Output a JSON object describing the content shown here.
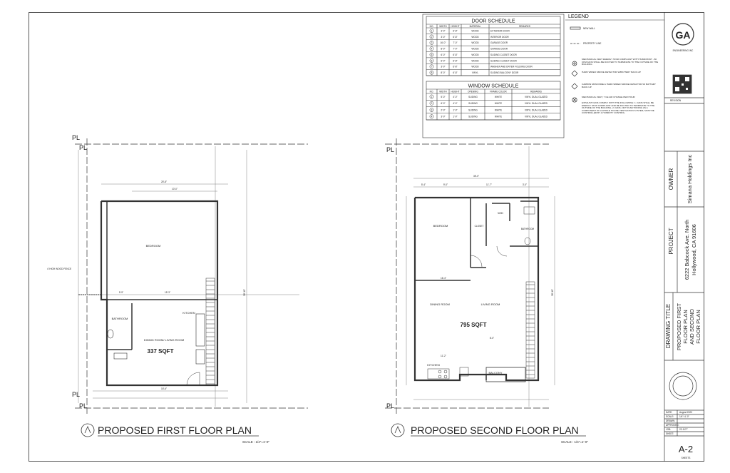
{
  "door_schedule": {
    "title": "DOOR SCHEDULE",
    "headers": [
      "NO.",
      "WIDTH",
      "HEIGHT",
      "MATERIAL",
      "REMARKS"
    ],
    "rows": [
      [
        "1",
        "3'-0\"",
        "6'-8\"",
        "WOOD",
        "EXTERIOR DOOR"
      ],
      [
        "2",
        "3'-0\"",
        "6'-8\"",
        "WOOD",
        "INTERIOR DOOR"
      ],
      [
        "3",
        "16'-0\"",
        "7'-0\"",
        "WOOD",
        "GARAGE DOOR"
      ],
      [
        "4",
        "8'-0\"",
        "7'-0\"",
        "WOOD",
        "GARAGE DOOR"
      ],
      [
        "5",
        "6'-0\"",
        "6'-8\"",
        "WOOD",
        "SLIDING CLOSET DOOR"
      ],
      [
        "6",
        "6'-0\"",
        "6'-8\"",
        "WOOD",
        "SLIDING CLOSET DOOR"
      ],
      [
        "7",
        "3'-0\"",
        "6'-8\"",
        "WOOD",
        "WASHER AND DRYER FOLDING DOOR"
      ],
      [
        "8",
        "8'-0\"",
        "6'-8\"",
        "VINYL",
        "SLIDING BALCONY DOOR"
      ]
    ]
  },
  "window_schedule": {
    "title": "WINDOW SCHEDULE",
    "headers": [
      "NO.",
      "WIDTH",
      "HEIGHT",
      "OPENING",
      "FRAME COLOR",
      "REMARKS"
    ],
    "rows": [
      [
        "1",
        "5'-0\"",
        "4'-0\"",
        "SLIDING",
        "WHITE",
        "VINYL DUAL GLAZED"
      ],
      [
        "2",
        "6'-0\"",
        "4'-0\"",
        "SLIDING",
        "WHITE",
        "VINYL DUAL GLAZED"
      ],
      [
        "3",
        "2'-0\"",
        "1'-0\"",
        "SLIDING",
        "WHITE",
        "VINYL DUAL GLAZED"
      ],
      [
        "4",
        "3'-0\"",
        "1'-0\"",
        "SLIDING",
        "WHITE",
        "VINYL DUAL GLAZED"
      ]
    ]
  },
  "legend": {
    "title": "LEGEND",
    "items": [
      "NEW WALL",
      "PROPERTY LINE",
      "MECHANICAL VENT ENERGY STAR COMPLIANT WITH HUMIDISTAT - 80 CFM FANS SHALL BE DUCTED TO TERMINATE TO THE OUTSIDE OF THE BUILDING",
      "HARD WIRED SMOKE DETECTOR W/BATTERY BACK-UP",
      "CARBON MONOXIDE & HARD WIRED SMOKE DETECTOR W/ BATTERY BACK-UP",
      "MECHANICAL VENT, 7 CE AIR CHANGE PER HOUR",
      "EXHAUST FANS COMPLY WITH THE FOLLOWING: 1. FANS SHALL BE ENERGY STAR COMPLIANT AND BE DUCTED TO TERMINATE TO THE OUTSIDE OF THE BUILDING. 2. FANS, NOT FUNCTIONING AS A COMPONENT OF A WHOLE HOUSE VENTILATION SYSTEM, MUST BE CONTROLLED BY A HUMIDITY CONTROL."
    ]
  },
  "first_floor": {
    "title": "PROPOSED FIRST FLOOR PLAN",
    "scale": "SCALE : 1/4\"=1'-0\"",
    "area": "337 SQFT",
    "rooms": [
      "BEDROOM",
      "BATHROOM",
      "KITCHEN",
      "DINING ROOM/ LIVING ROOM"
    ],
    "note": "4' HIGH WOOD FENCE",
    "dims": [
      "25'-8\"",
      "10'-0\"",
      "5'-9\"",
      "15'-3\"",
      "18'-6\"",
      "38'-10\"",
      "10'-8\""
    ]
  },
  "second_floor": {
    "title": "PROPOSED SECOND FLOOR PLAN",
    "scale": "SCALE : 1/4\"=1'-0\"",
    "area": "795 SQFT",
    "rooms": [
      "BEDROOM",
      "CLOSET",
      "W/D",
      "BATHROOM",
      "DINING ROOM",
      "LIVING ROOM",
      "KITCHEN",
      "BALCONY"
    ],
    "dims": [
      "35'-0\"",
      "5'-4\"",
      "9'-0\"",
      "11'-7\"",
      "3'-0\"",
      "16'-4\"",
      "11'-2\"",
      "38'-10\"",
      "8'-0\""
    ]
  },
  "pl_label": "PL",
  "title_block": {
    "firm_logo": "GA",
    "firm_name": "ENGINEERING INC",
    "revision_label": "REVISION",
    "owner_label": "OWNER",
    "owner": "Simana Holdings Inc",
    "project_label": "PROJECT",
    "project_line1": "6222 Babcock Ave. North",
    "project_line2": "Hollywood, CA 91606",
    "drawing_title_label": "DRAWING TITLE",
    "drawing_title_lines": [
      "PROPOSED FIRST",
      "FLOOR PLAN",
      "AND SECOND",
      "FLOOR PLAN"
    ],
    "date_label": "DATE:",
    "date": "August 2023",
    "scale_label": "SCALE:",
    "scale": "1/4\"=1'-0\"",
    "drawn_label": "DRAWN:",
    "approved_label": "APPROVED:",
    "job_label": "JOB:",
    "job": "22-1177",
    "sheet_label": "SHEET:",
    "sheet": "A-2",
    "sheets_label": "SHEETS"
  }
}
